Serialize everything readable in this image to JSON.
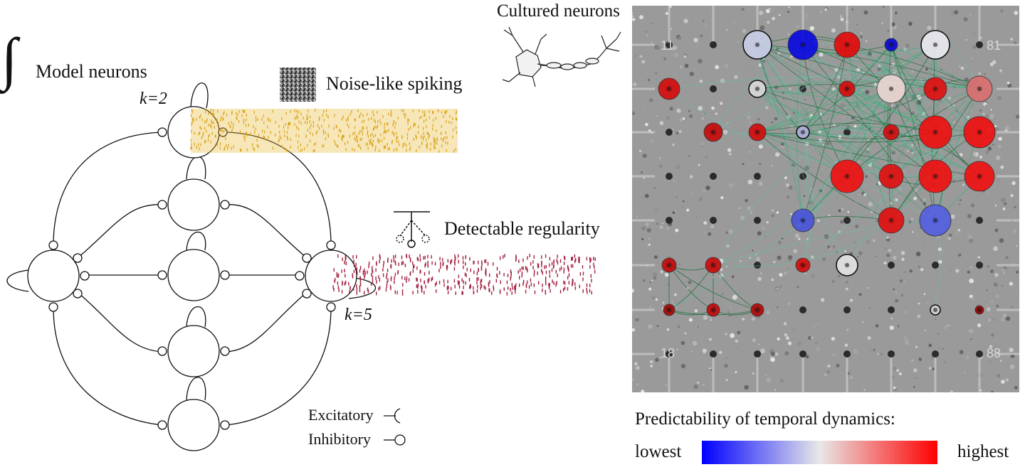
{
  "model_panel": {
    "integral_symbol": "∫",
    "title": "Model neurons",
    "k_top": "k=2",
    "k_right": "k=5",
    "noise_label": "Noise-like spiking",
    "regularity_label": "Detectable regularity",
    "legend_excitatory": "Excitatory",
    "legend_inhibitory": "Inhibitory"
  },
  "culture_panel": {
    "title": "Cultured neurons",
    "chip_labels": [
      "11",
      "81",
      "18",
      "88"
    ],
    "colorbar_title": "Predictability of temporal dynamics:",
    "colorbar_low": "lowest",
    "colorbar_high": "highest"
  },
  "colors": {
    "noise_raster": "#e8b730",
    "regular_raster": "#a3223f",
    "low": "#0000ff",
    "mid": "#e6e6e6",
    "high": "#ff0000",
    "edge": "#2e8b57"
  }
}
